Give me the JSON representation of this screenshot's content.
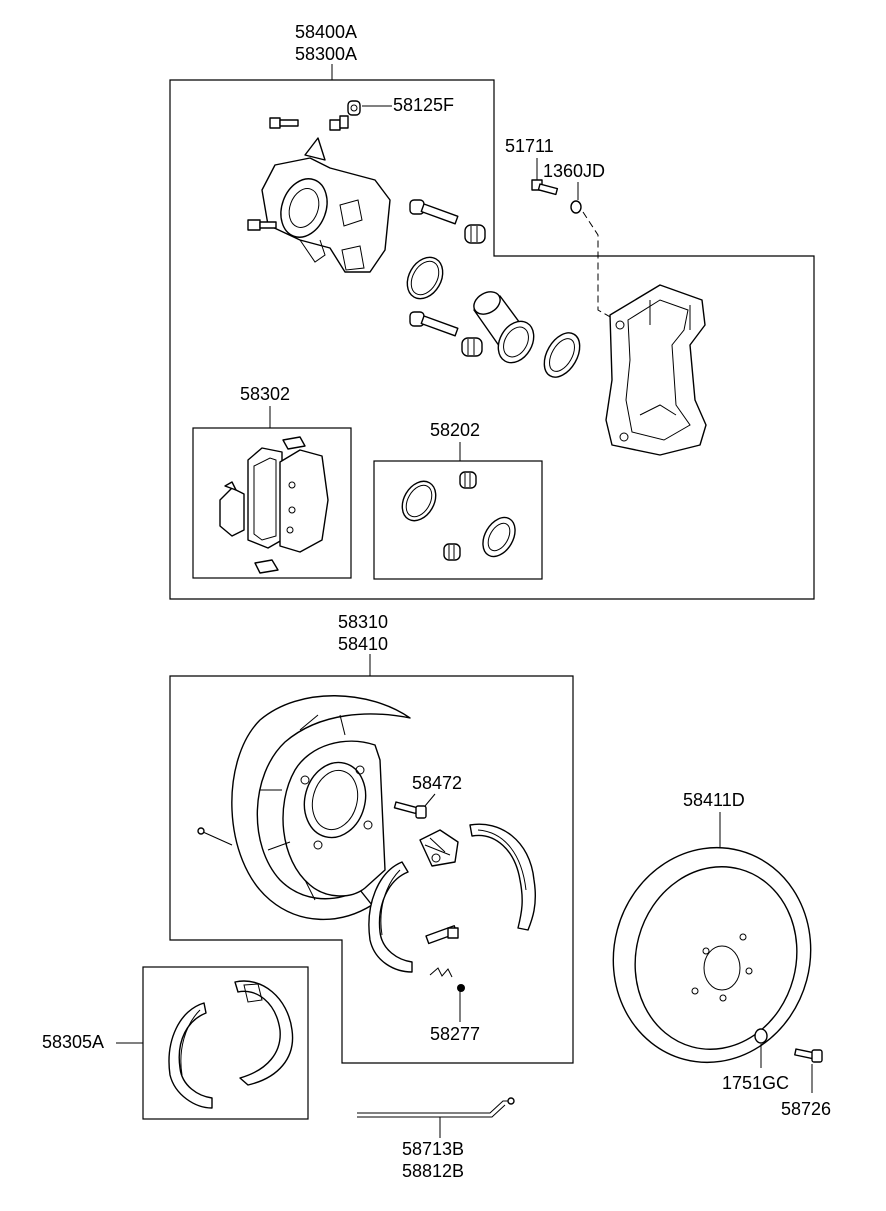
{
  "callouts": {
    "caliper_assy_a": "58400A",
    "caliper_assy_b": "58300A",
    "guide_bolt": "58125F",
    "bolt_51711": "51711",
    "washer_1360jd": "1360JD",
    "pad_kit": "58302",
    "seal_kit": "58202",
    "backing_plate_a": "58310",
    "backing_plate_b": "58410",
    "adjuster": "58472",
    "disc": "58411D",
    "shoe_set": "58305A",
    "spring_58277": "58277",
    "cable_a": "58713B",
    "cable_b": "58812B",
    "washer_1751gc": "1751GC",
    "bolt_58726": "58726"
  }
}
